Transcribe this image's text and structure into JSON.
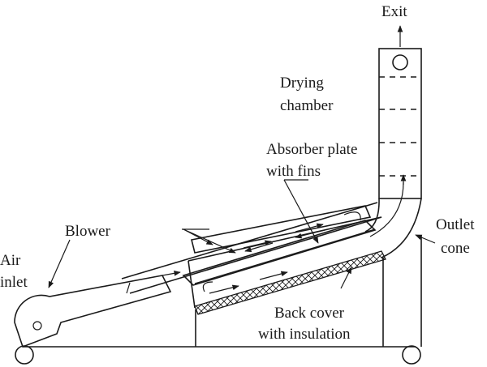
{
  "labels": {
    "exit": "Exit",
    "drying_chamber_line1": "Drying",
    "drying_chamber_line2": "chamber",
    "absorber_line1": "Absorber plate",
    "absorber_line2": "with fins",
    "blower": "Blower",
    "air_inlet_line1": "Air",
    "air_inlet_line2": "inlet",
    "outlet_line1": "Outlet",
    "outlet_line2": "cone",
    "back_cover_line1": "Back cover",
    "back_cover_line2": "with insulation"
  }
}
